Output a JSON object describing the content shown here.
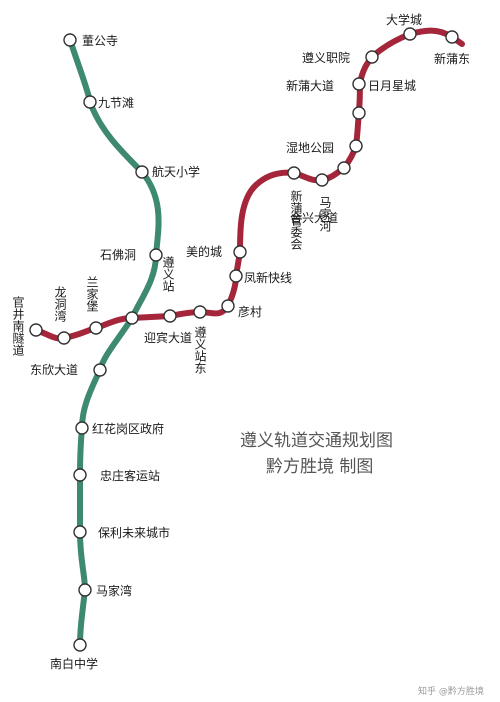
{
  "title": {
    "line1": "遵义轨道交通规划图",
    "line2": "黔方胜境  制图"
  },
  "colors": {
    "green_line": "#3e8a6e",
    "red_line": "#a5263b",
    "station_fill": "#ffffff",
    "station_stroke": "#333333",
    "title_text": "#555555"
  },
  "watermark": "知乎 @黔方胜境",
  "lines": {
    "green": {
      "stations": [
        {
          "id": "dongongsi",
          "name": "董公寺"
        },
        {
          "id": "jiujietan",
          "name": "九节滩"
        },
        {
          "id": "hangtianxiaoxue",
          "name": "航天小学"
        },
        {
          "id": "shifodong",
          "name": "石佛洞"
        },
        {
          "id": "zunyizhan",
          "name": "遵义站"
        },
        {
          "id": "yingbindadao",
          "name": "迎宾大道"
        },
        {
          "id": "dongxindadao",
          "name": "东欣大道"
        },
        {
          "id": "honghuagang",
          "name": "红花岗区政府"
        },
        {
          "id": "zhongzhuang",
          "name": "忠庄客运站"
        },
        {
          "id": "baoli",
          "name": "保利未来城市"
        },
        {
          "id": "majiawan",
          "name": "马家湾"
        },
        {
          "id": "nanbaizhongxue",
          "name": "南白中学"
        }
      ]
    },
    "red": {
      "stations": [
        {
          "id": "guanjing",
          "name": "官井南隧道"
        },
        {
          "id": "longdongwan",
          "name": "龙洞湾"
        },
        {
          "id": "lanjiabao",
          "name": "兰家堡"
        },
        {
          "id": "yingbindadao",
          "name": "迎宾大道"
        },
        {
          "id": "zunyizhan",
          "name": "遵义站"
        },
        {
          "id": "zunyizhandong",
          "name": "遵义站东"
        },
        {
          "id": "yancun",
          "name": "彦村"
        },
        {
          "id": "fengxin",
          "name": "凤新快线"
        },
        {
          "id": "meidecheng",
          "name": "美的城"
        },
        {
          "id": "xinpuguanwei",
          "name": "新蒲管委会"
        },
        {
          "id": "majiahe",
          "name": "马家河"
        },
        {
          "id": "hexingdadao",
          "name": "合兴大道"
        },
        {
          "id": "shidigongyuan",
          "name": "湿地公园"
        },
        {
          "id": "unnamed_1",
          "name": ""
        },
        {
          "id": "riyuexingcheng",
          "name": "日月星城"
        },
        {
          "id": "xinpudadao",
          "name": "新蒲大道"
        },
        {
          "id": "zunyizhiyuan",
          "name": "遵义职院"
        },
        {
          "id": "daxuecheng",
          "name": "大学城"
        },
        {
          "id": "xinpudong",
          "name": "新蒲东"
        }
      ]
    }
  }
}
